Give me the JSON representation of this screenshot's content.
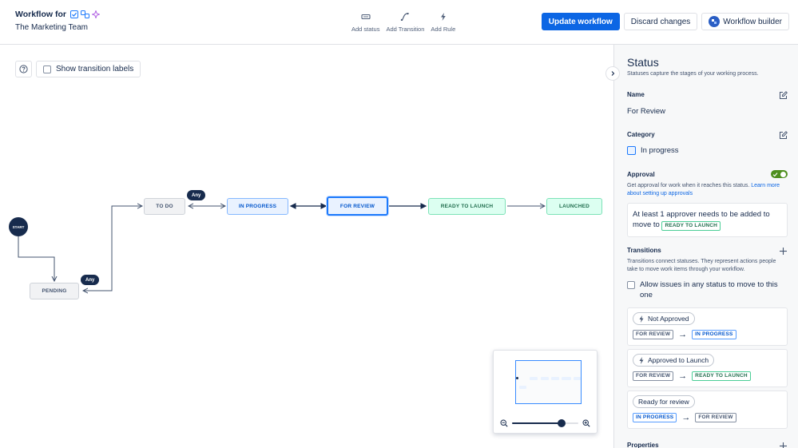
{
  "header": {
    "title": "Workflow for",
    "subtitle": "The Marketing Team",
    "toolbar": {
      "add_status": "Add status",
      "add_transition": "Add Transition",
      "add_rule": "Add Rule"
    },
    "buttons": {
      "update": "Update workflow",
      "discard": "Discard changes",
      "builder": "Workflow builder"
    }
  },
  "canvas": {
    "show_labels": "Show transition labels",
    "start_label": "START",
    "any_label": "Any",
    "statuses": {
      "todo": "TO DO",
      "in_progress": "IN PROGRESS",
      "for_review": "FOR REVIEW",
      "ready_to_launch": "READY TO LAUNCH",
      "launched": "LAUNCHED",
      "pending": "PENDING"
    },
    "zoom_level": 0.75
  },
  "panel": {
    "title": "Status",
    "description": "Statuses capture the stages of your working process.",
    "name_label": "Name",
    "name_value": "For Review",
    "category_label": "Category",
    "category_value": "In progress",
    "approval_label": "Approval",
    "approval_enabled": true,
    "approval_desc": "Get approval for work when it reaches this status.",
    "approval_link": "Learn more about setting up approvals",
    "approval_card_text": "At least 1 approver needs to be added to move to",
    "approval_card_status": "READY TO LAUNCH",
    "transitions_label": "Transitions",
    "transitions_desc": "Transitions connect statuses. They represent actions people take to move work items through your workflow.",
    "allow_any": "Allow issues in any status to move to this one",
    "transitions": [
      {
        "name": "Not Approved",
        "from": "FOR REVIEW",
        "to": "IN PROGRESS"
      },
      {
        "name": "Approved to Launch",
        "from": "FOR REVIEW",
        "to": "READY TO LAUNCH"
      },
      {
        "name": "Ready for review",
        "from": "IN PROGRESS",
        "to": "FOR REVIEW"
      }
    ],
    "properties_label": "Properties"
  }
}
